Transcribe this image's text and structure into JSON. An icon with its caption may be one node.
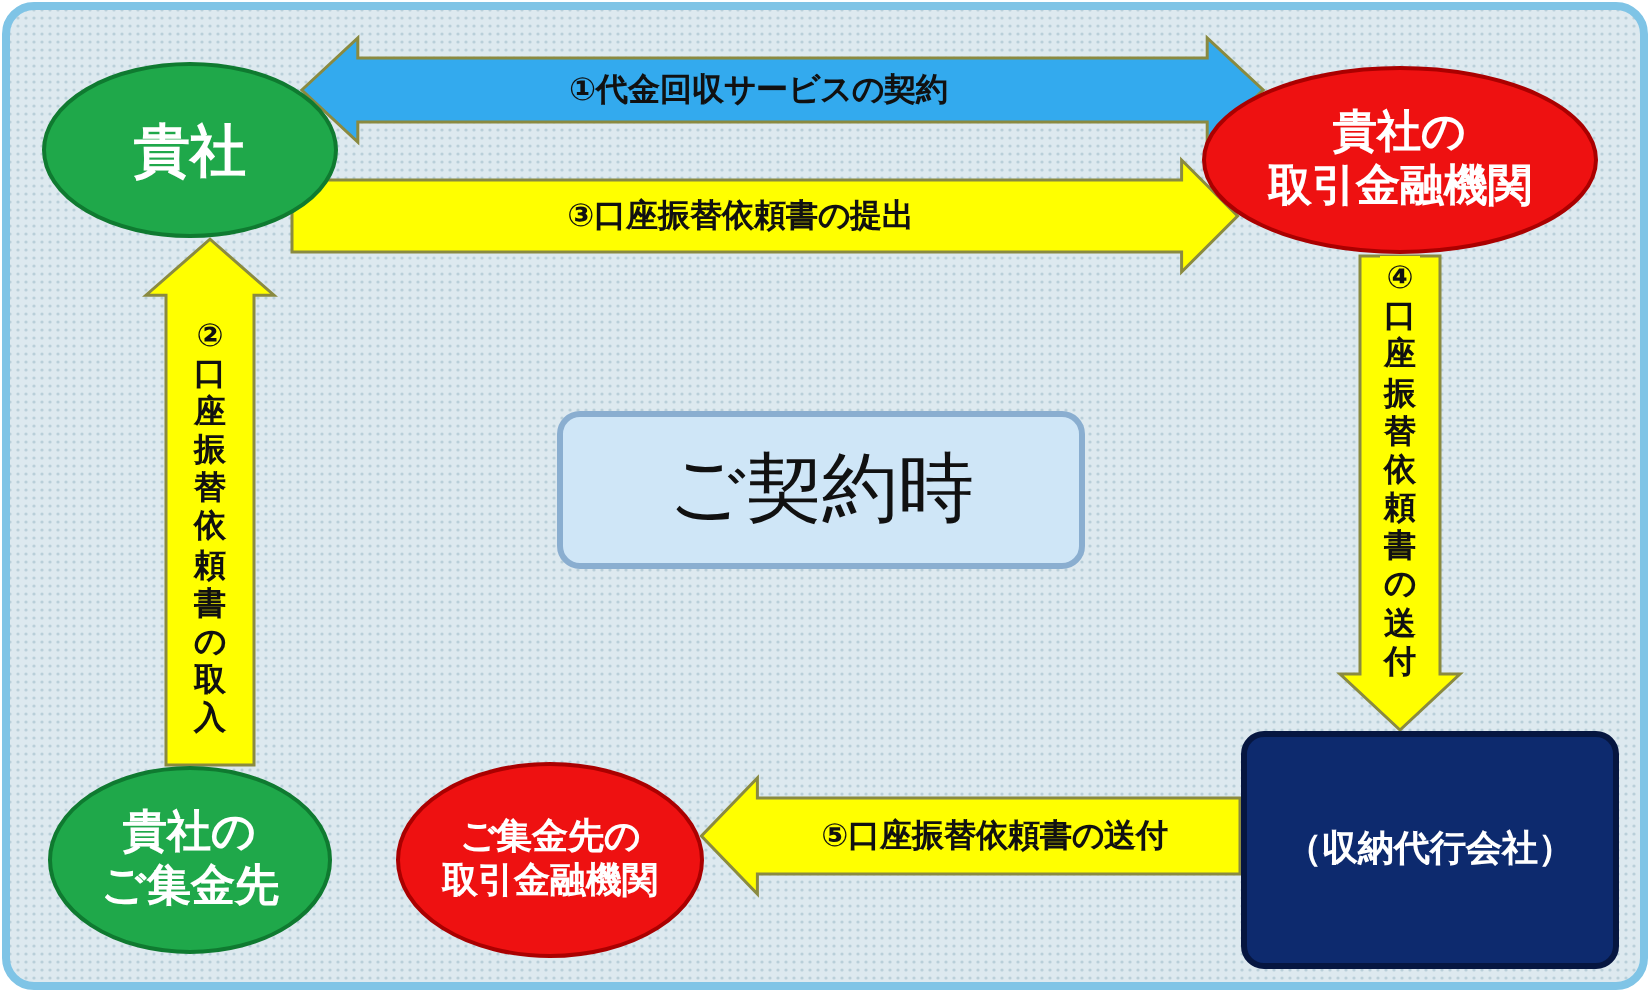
{
  "diagram": {
    "nodes": [
      {
        "text": [
          "貴社"
        ]
      },
      {
        "text": [
          "貴社の取引金融機関"
        ]
      },
      {
        "text": [
          "ご契約時"
        ]
      },
      {
        "text": [
          "貴社のご集金先"
        ]
      },
      {
        "text": [
          "ご集金先の取引金融機関"
        ]
      },
      {
        "text": [
          "（収納代行会社）"
        ]
      }
    ],
    "edges": [
      {
        "from": 0,
        "to": 1,
        "arrow": "both",
        "label": "①代金回収サービスの契約",
        "color": "#33aaee"
      },
      {
        "from": 0,
        "to": 1,
        "arrow": "to",
        "label": "③口座振替依頼書の提出"
      },
      {
        "from": 3,
        "to": 0,
        "arrow": "to",
        "label": "②口座振替依頼書の取入"
      },
      {
        "from": 1,
        "to": 5,
        "arrow": "to",
        "label": "④口座振替依頼書の送付"
      },
      {
        "from": 5,
        "to": 4,
        "arrow": "to",
        "label": "⑤口座振替依頼書の送付"
      }
    ]
  }
}
